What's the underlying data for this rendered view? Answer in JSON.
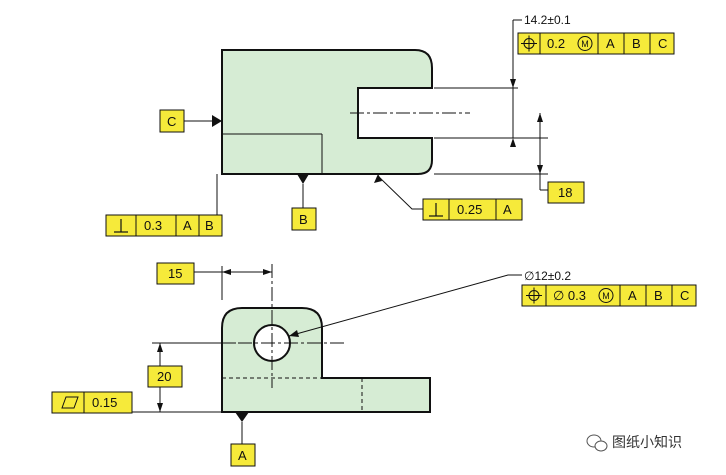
{
  "dimensions": {
    "slot_width": "14.2±0.1",
    "slot_depth": "18",
    "hole_position_horizontal": "15",
    "hole_position_vertical": "20",
    "hole_diameter": "∅12±0.2"
  },
  "frames": {
    "slot_position": {
      "symbol": "⌖",
      "tolerance": "0.2",
      "modifier": "Ⓜ",
      "datums": [
        "A",
        "B",
        "C"
      ]
    },
    "perp_side": {
      "symbol": "⊥",
      "tolerance": "0.3",
      "datums": [
        "A",
        "B"
      ]
    },
    "perp_bottom": {
      "symbol": "⊥",
      "tolerance": "0.25",
      "datums": [
        "A"
      ]
    },
    "hole_position": {
      "symbol": "⌖",
      "tolerance": "∅ 0.3",
      "modifier": "Ⓜ",
      "datums": [
        "A",
        "B",
        "C"
      ]
    },
    "flatness": {
      "symbol": "▱",
      "tolerance": "0.15"
    }
  },
  "datums": {
    "a": "A",
    "b": "B",
    "c": "C"
  },
  "watermark": {
    "icon": "wechat-icon",
    "text": "图纸小知识"
  },
  "colors": {
    "part_fill": "#d6ecd4",
    "frame_fill": "#f6ea3a"
  }
}
